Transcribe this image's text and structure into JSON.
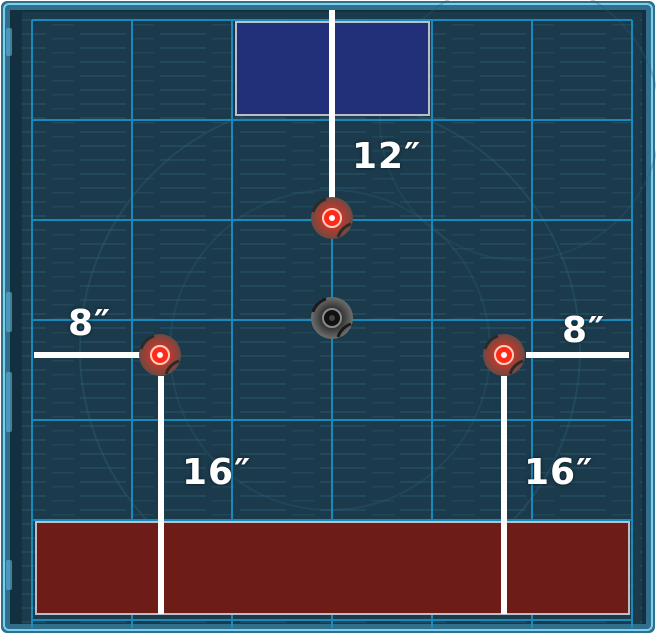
{
  "colors": {
    "board": "#1b3a4b",
    "grid_line": "#1793c8",
    "frame": "#3aa9d6",
    "deployment_blue": "#22307a",
    "deployment_red": "#6e1c18",
    "measure_line": "#ffffff",
    "objective_active": "#e33a2a",
    "objective_neutral": "#2a2a2a"
  },
  "icons": {
    "objective_marker_active": "objective-marker-icon",
    "objective_marker_neutral": "objective-marker-neutral-icon"
  },
  "measurements": {
    "top_center": "12″",
    "left_horizontal": "8″",
    "right_horizontal": "8″",
    "left_vertical": "16″",
    "right_vertical": "16″"
  }
}
